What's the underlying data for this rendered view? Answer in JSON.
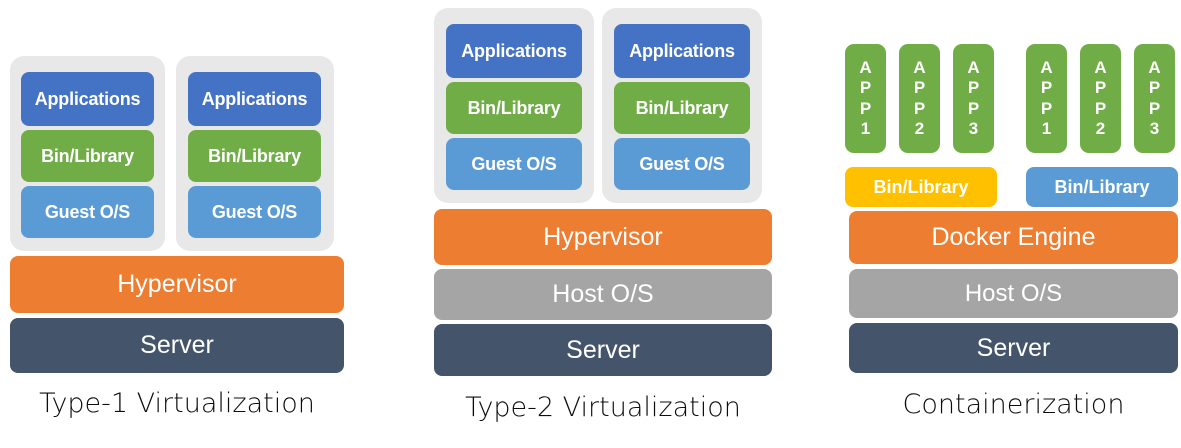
{
  "diagram": {
    "title_text_present": false,
    "colors": {
      "applications": "#4472C4",
      "bin_library_green": "#70AD47",
      "guest_os": "#5B9BD5",
      "hypervisor": "#ED7D31",
      "docker_engine": "#ED7D31",
      "host_os": "#A5A5A5",
      "server": "#44546A",
      "bin_library_yellow": "#FFC000",
      "bin_library_blue": "#5B9BD5",
      "app_green": "#70AD47",
      "vm_shell": "#E8E8E8",
      "caption": "#0D0D0D"
    }
  },
  "panels": [
    {
      "id": "type1",
      "caption": "Type-1 Virtualization",
      "vms": [
        {
          "layers": [
            "Applications",
            "Bin/Library",
            "Guest O/S"
          ]
        },
        {
          "layers": [
            "Applications",
            "Bin/Library",
            "Guest O/S"
          ]
        }
      ],
      "base_layers": [
        "Hypervisor",
        "Server"
      ]
    },
    {
      "id": "type2",
      "caption": "Type-2 Virtualization",
      "vms": [
        {
          "layers": [
            "Applications",
            "Bin/Library",
            "Guest O/S"
          ]
        },
        {
          "layers": [
            "Applications",
            "Bin/Library",
            "Guest O/S"
          ]
        }
      ],
      "base_layers": [
        "Hypervisor",
        "Host O/S",
        "Server"
      ]
    },
    {
      "id": "container",
      "caption": "Containerization",
      "groups": [
        {
          "apps": [
            "APP 1",
            "APP 2",
            "APP 3"
          ],
          "bin_library": "Bin/Library"
        },
        {
          "apps": [
            "APP 1",
            "APP 2",
            "APP 3"
          ],
          "bin_library": "Bin/Library"
        }
      ],
      "base_layers": [
        "Docker Engine",
        "Host O/S",
        "Server"
      ]
    }
  ],
  "labels": {
    "applications": "Applications",
    "bin_library": "Bin/Library",
    "guest_os": "Guest O/S",
    "hypervisor": "Hypervisor",
    "host_os": "Host O/S",
    "server": "Server",
    "docker_engine": "Docker Engine",
    "app1": "APP 1",
    "app2": "APP 2",
    "app3": "APP 3",
    "caption_type1": "Type-1 Virtualization",
    "caption_type2": "Type-2 Virtualization",
    "caption_container": "Containerization"
  },
  "app_chars": {
    "a": "A",
    "p": "P",
    "one": "1",
    "two": "2",
    "three": "3"
  }
}
